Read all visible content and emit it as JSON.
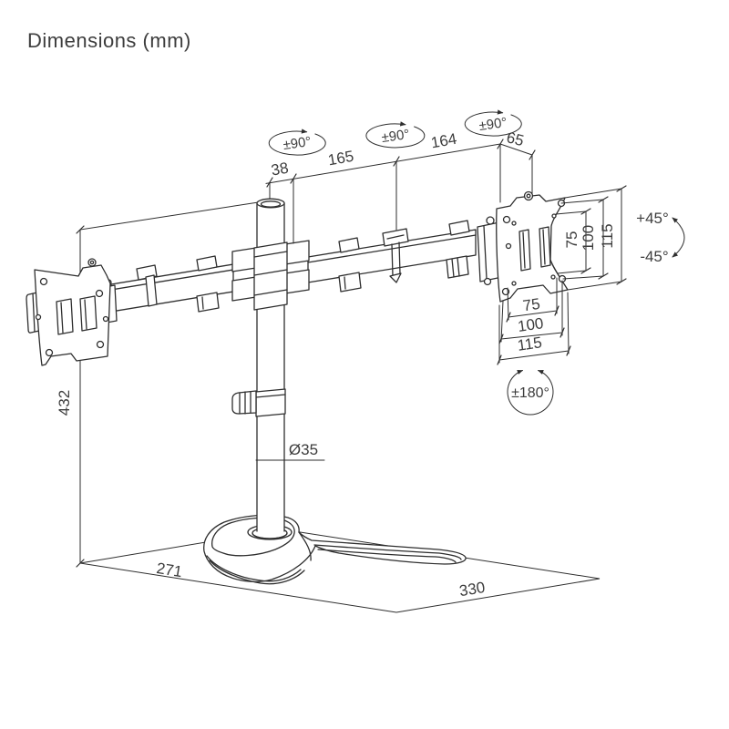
{
  "title": "Dimensions (mm)",
  "labels": {
    "arm_offset": "38",
    "arm_left_span": "165",
    "arm_right_span": "164",
    "head_offset": "65",
    "rotation_left": "±90°",
    "rotation_center": "±90°",
    "rotation_right": "±90°",
    "vesa_vertical_75": "75",
    "vesa_vertical_100": "100",
    "vesa_vertical_115": "115",
    "vesa_horizontal_75": "75",
    "vesa_horizontal_100": "100",
    "vesa_horizontal_115": "115",
    "tilt_up": "+45°",
    "tilt_down": "-45°",
    "swivel": "±180°",
    "pole_height": "432",
    "pole_diameter": "Ø35",
    "base_depth": "271",
    "base_width": "330"
  },
  "colors": {
    "line": "#2e2e2e",
    "text": "#3d3d3d",
    "background": "#ffffff"
  }
}
